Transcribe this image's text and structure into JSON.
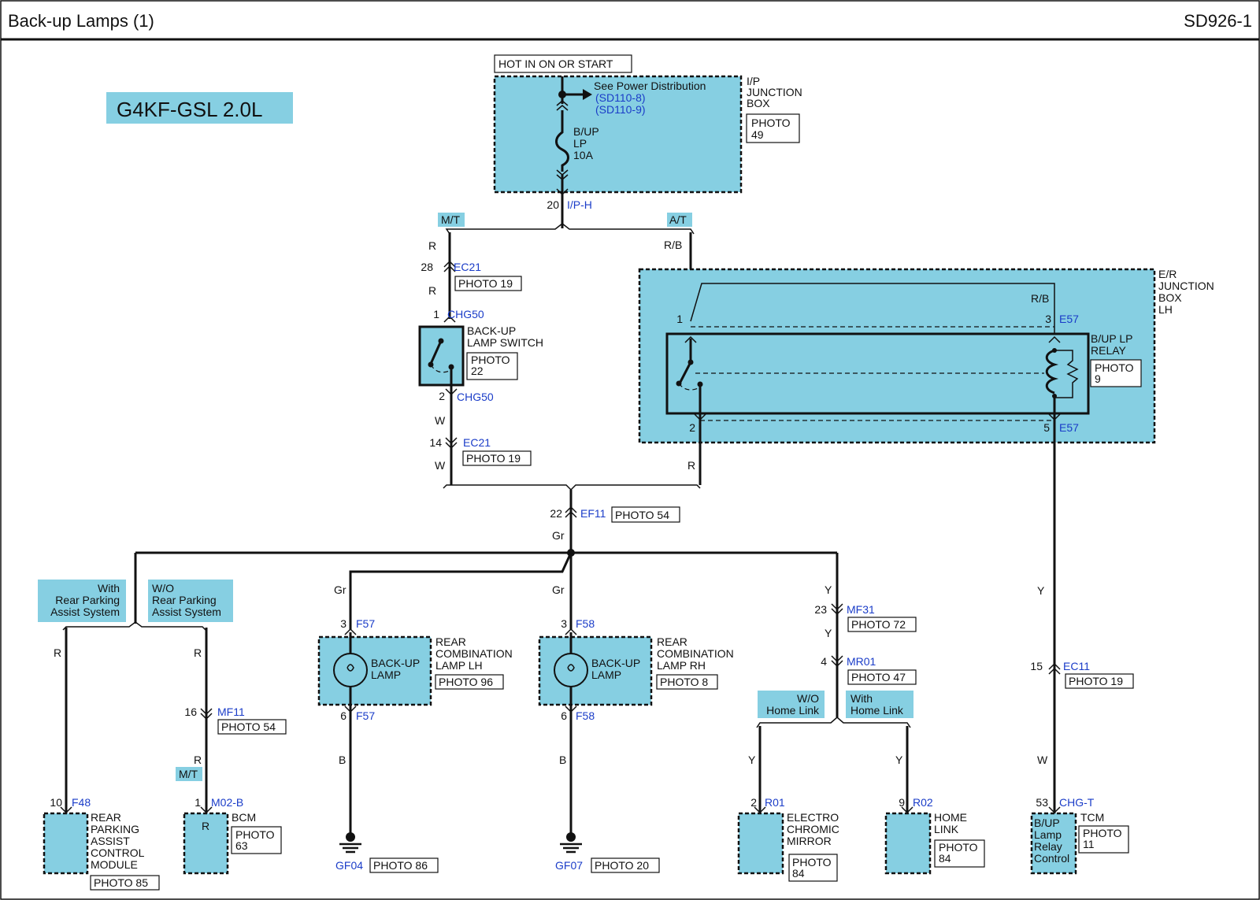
{
  "header": {
    "title": "Back-up Lamps (1)",
    "code": "SD926-1"
  },
  "engine_label": "G4KF-GSL 2.0L",
  "colors": {
    "fill": "#86cfe2",
    "wire": "#111111",
    "connector_text": "#1a3cc8"
  },
  "hot_in": "HOT IN ON OR START",
  "ip_box": {
    "name": [
      "I/P",
      "JUNCTION",
      "BOX"
    ],
    "photo": [
      "PHOTO",
      "49"
    ],
    "see_text": "See Power Distribution",
    "refs": [
      "(SD110-8)",
      "(SD110-9)"
    ],
    "fuse": [
      "B/UP",
      "LP",
      "10A"
    ],
    "pin": "20",
    "connector": "I/P-H"
  },
  "tags": {
    "mt": "M/T",
    "at": "A/T",
    "with_rpas": [
      "With",
      "Rear Parking",
      "Assist System"
    ],
    "wo_rpas": [
      "W/O",
      "Rear Parking",
      "Assist System"
    ],
    "wo_home": [
      "W/O",
      "Home Link"
    ],
    "with_home": [
      "With",
      "Home Link"
    ],
    "mt_bcm": "M/T"
  },
  "wires": {
    "r": "R",
    "rb": "R/B",
    "w": "W",
    "gr": "Gr",
    "y": "Y",
    "b": "B"
  },
  "ec21_top": {
    "pin": "28",
    "name": "EC21",
    "photo": "PHOTO 19"
  },
  "switch": {
    "pin1": "1",
    "pin2": "2",
    "connector": "CHG50",
    "name": [
      "BACK-UP",
      "LAMP SWITCH"
    ],
    "photo": [
      "PHOTO",
      "22"
    ]
  },
  "ec21_bottom": {
    "pin": "14",
    "name": "EC21",
    "photo": "PHOTO 19"
  },
  "er_box": {
    "name": [
      "E/R",
      "JUNCTION",
      "BOX",
      "LH"
    ],
    "pin1": "1",
    "pin2": "2",
    "pin3": "3",
    "pin5": "5",
    "connector": "E57",
    "relay": [
      "B/UP LP",
      "RELAY"
    ],
    "photo": [
      "PHOTO",
      "9"
    ]
  },
  "ef11": {
    "pin": "22",
    "name": "EF11",
    "photo": "PHOTO 54"
  },
  "lamp_lh": {
    "pin_top": "3",
    "pin_bottom": "6",
    "connector": "F57",
    "inner": [
      "BACK-UP",
      "LAMP"
    ],
    "name": [
      "REAR",
      "COMBINATION",
      "LAMP LH"
    ],
    "photo": "PHOTO 96"
  },
  "lamp_rh": {
    "pin_top": "3",
    "pin_bottom": "6",
    "connector": "F58",
    "inner": [
      "BACK-UP",
      "LAMP"
    ],
    "name": [
      "REAR",
      "COMBINATION",
      "LAMP RH"
    ],
    "photo": "PHOTO 8"
  },
  "ground_lh": {
    "name": "GF04",
    "photo": "PHOTO 86"
  },
  "ground_rh": {
    "name": "GF07",
    "photo": "PHOTO 20"
  },
  "mf11": {
    "pin": "16",
    "name": "MF11",
    "photo": "PHOTO 54"
  },
  "rpas_module": {
    "pin": "10",
    "connector": "F48",
    "name": [
      "REAR",
      "PARKING",
      "ASSIST",
      "CONTROL",
      "MODULE"
    ],
    "photo": "PHOTO 85"
  },
  "bcm": {
    "pin": "1",
    "connector": "M02-B",
    "inner": "R",
    "name": "BCM",
    "photo": [
      "PHOTO",
      "63"
    ]
  },
  "mf31": {
    "pin": "23",
    "name": "MF31",
    "photo": "PHOTO 72"
  },
  "mr01": {
    "pin": "4",
    "name": "MR01",
    "photo": "PHOTO 47"
  },
  "mirror": {
    "pin": "2",
    "connector": "R01",
    "name": [
      "ELECTRO",
      "CHROMIC",
      "MIRROR"
    ],
    "photo": [
      "PHOTO",
      "84"
    ]
  },
  "homelink": {
    "pin": "9",
    "connector": "R02",
    "name": [
      "HOME",
      "LINK"
    ],
    "photo": [
      "PHOTO",
      "84"
    ]
  },
  "ec11": {
    "pin": "15",
    "name": "EC11",
    "photo": "PHOTO 19"
  },
  "tcm": {
    "pin": "53",
    "connector": "CHG-T",
    "name": "TCM",
    "photo": [
      "PHOTO",
      "11"
    ],
    "inner": [
      "B/UP",
      "Lamp",
      "Relay",
      "Control"
    ]
  }
}
